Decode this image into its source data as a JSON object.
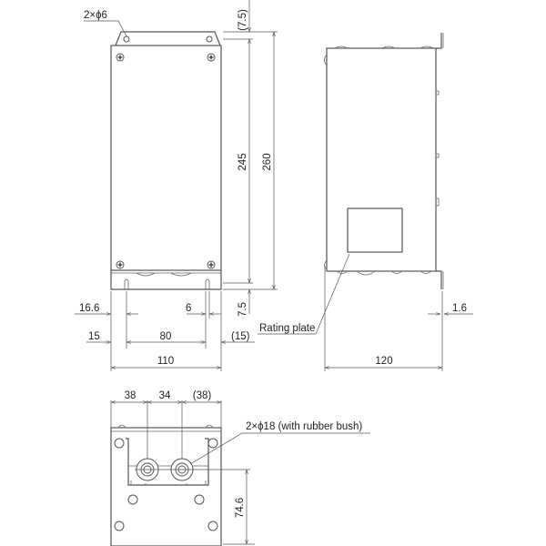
{
  "drawing": {
    "front_view": {
      "hole_callout": "2×ϕ6",
      "dim_top_offset": "(7.5)",
      "dim_hole_pitch_vertical": "245",
      "dim_overall_height": "260",
      "dim_bottom_offset": "7.5",
      "dim_left_slot_offset": "16.6",
      "dim_slot_width": "6",
      "dim_left_edge": "15",
      "dim_hole_pitch_horizontal": "80",
      "dim_right_edge": "(15)",
      "dim_overall_width": "110"
    },
    "side_view": {
      "rating_plate_label": "Rating plate",
      "dim_bracket_thickness": "1.6",
      "dim_overall_depth": "120"
    },
    "bottom_view": {
      "dim_left": "38",
      "dim_middle": "34",
      "dim_right": "(38)",
      "bush_callout": "2×ϕ18 (with rubber bush)",
      "dim_bush_height": "74.6"
    }
  }
}
